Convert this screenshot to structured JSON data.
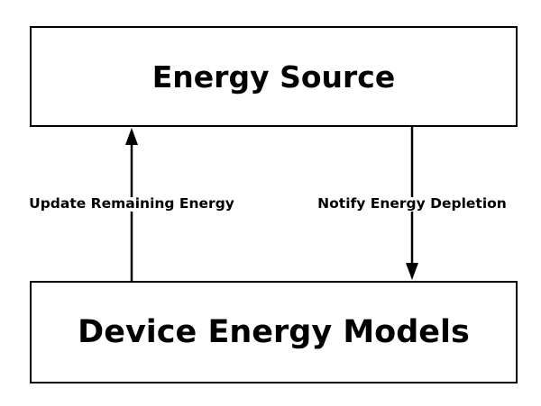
{
  "diagram": {
    "nodes": {
      "energy_source": {
        "label": "Energy Source"
      },
      "device_energy_models": {
        "label": "Device Energy Models"
      }
    },
    "edges": {
      "update": {
        "from": "device_energy_models",
        "to": "energy_source",
        "label": "Update Remaining Energy"
      },
      "notify": {
        "from": "energy_source",
        "to": "device_energy_models",
        "label": "Notify Energy Depletion"
      }
    },
    "colors": {
      "stroke": "#000000",
      "background": "#ffffff"
    }
  }
}
